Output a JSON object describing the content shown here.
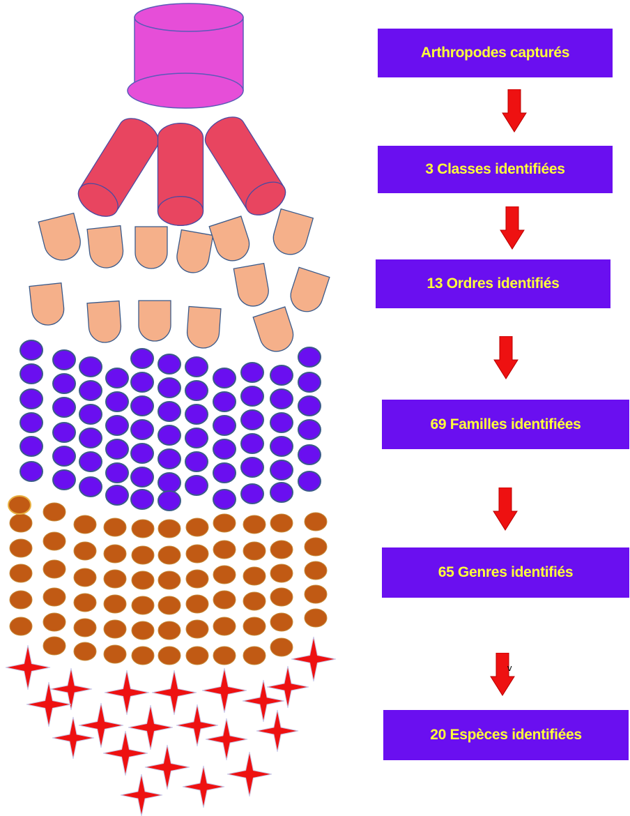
{
  "colors": {
    "box_fill": "#6a0ff0",
    "box_text": "#ffff3a",
    "arrow": "#ee1111",
    "container": "#e64ed8",
    "tube": "#e84560",
    "finger": "#f5b08a",
    "class_dot": "#6a0ff0",
    "genus_dot": "#c15a14",
    "star": "#ee1111"
  },
  "steps": [
    {
      "label": "Arthropodes capturés"
    },
    {
      "label": "3 Classes identifiées"
    },
    {
      "label": "13 Ordres identifiés"
    },
    {
      "label": "69 Familles identifiées"
    },
    {
      "label": "65 Genres identifiés"
    },
    {
      "label": "20 Espèces identifiées"
    }
  ],
  "stray_mark": "v"
}
